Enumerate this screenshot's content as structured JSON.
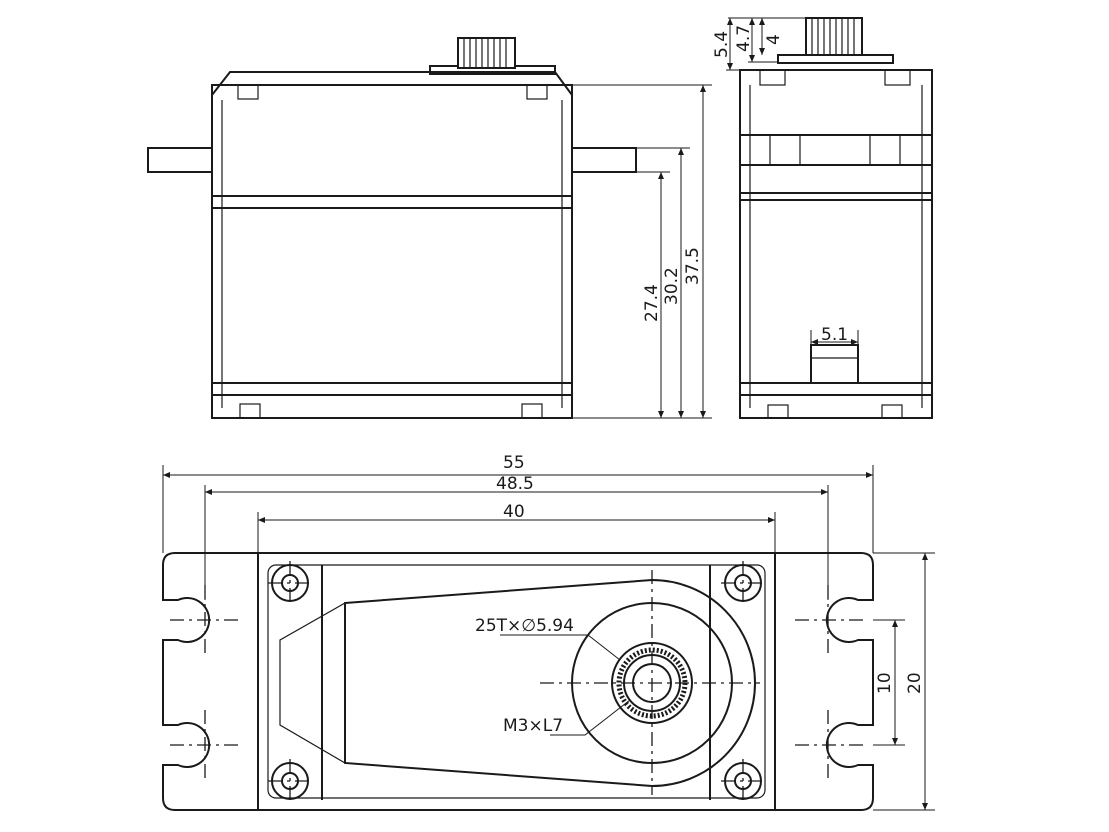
{
  "title": "Servo dimension drawing",
  "front_view": {
    "dim_37_5": "37.5",
    "dim_30_2": "30.2",
    "dim_27_4": "27.4"
  },
  "side_view": {
    "dim_5_4": "5.4",
    "dim_4_7": "4.7",
    "dim_4": "4",
    "dim_5_1": "5.1"
  },
  "bottom_view": {
    "dim_55": "55",
    "dim_48_5": "48.5",
    "dim_40": "40",
    "dim_10": "10",
    "dim_20": "20",
    "spline_label": "25T×∅5.94",
    "screw_label": "M3×L7"
  },
  "colors": {
    "line": "#1a1a1a",
    "background": "#ffffff"
  }
}
